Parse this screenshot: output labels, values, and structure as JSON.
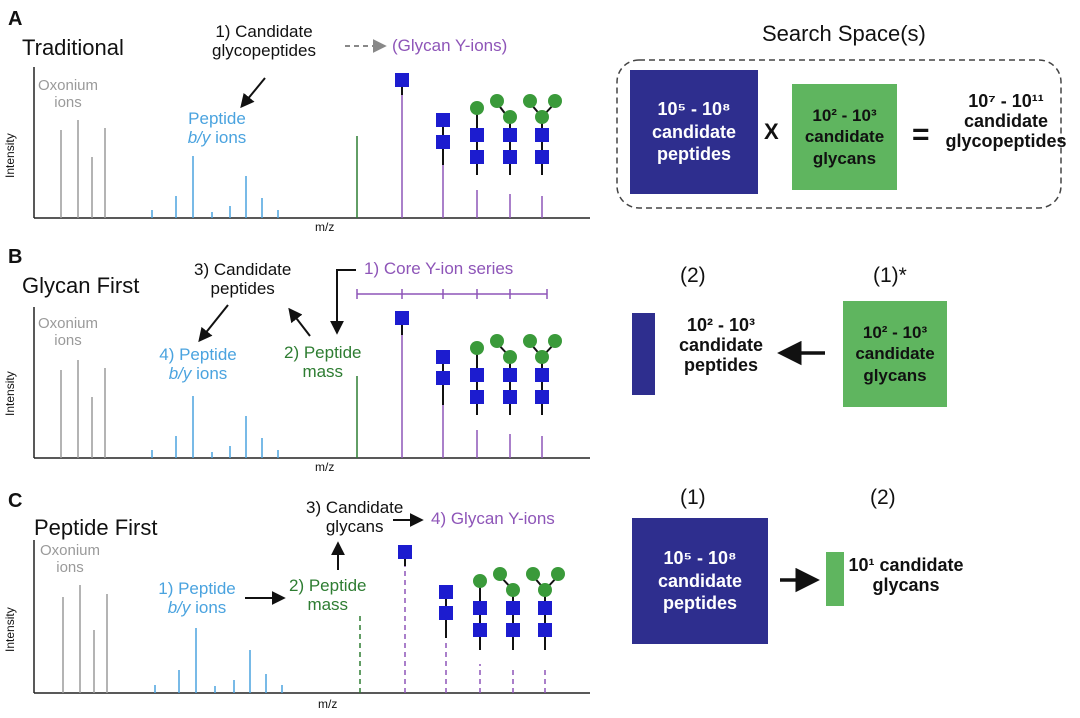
{
  "colors": {
    "navy": "#2e2e8e",
    "green": "#5fb55f",
    "peptide_blue": "#4aa3df",
    "glycan_purple": "#8e55b8",
    "peptide_mass_green": "#2e7d32",
    "oxonium_gray": "#9a9a9a"
  },
  "panelA": {
    "letter": "A",
    "title": "Traditional",
    "oxonium": "Oxonium\nions",
    "candidate": "1) Candidate\nglycopeptides",
    "glycan_y": "(Glycan Y-ions)",
    "peptide_ions_1": "Peptide",
    "peptide_ions_2": "b/y ions",
    "ylabel": "Intensity",
    "xlabel": "m/z",
    "search_title": "Search Space(s)",
    "box_peptides_range": "10⁵ - 10⁸",
    "box_peptides_label": "candidate\npeptides",
    "times": "X",
    "box_glycans_range": "10² - 10³",
    "box_glycans_label": "candidate\nglycans",
    "equals": "=",
    "result_range": "10⁷ - 10¹¹",
    "result_label": "candidate\nglycopeptides"
  },
  "panelB": {
    "letter": "B",
    "title": "Glycan First",
    "oxonium": "Oxonium\nions",
    "candidate": "3) Candidate\npeptides",
    "core_y": "1) Core Y-ion series",
    "peptide_ions_1": "4) Peptide",
    "peptide_ions_2": "b/y ions",
    "peptide_mass": "2) Peptide\nmass",
    "ylabel": "Intensity",
    "xlabel": "m/z",
    "step2": "(2)",
    "step1": "(1)*",
    "peptides_range": "10² - 10³",
    "peptides_label": "candidate\npeptides",
    "glycans_range": "10² - 10³",
    "glycans_label": "candidate\nglycans"
  },
  "panelC": {
    "letter": "C",
    "title": "Peptide First",
    "oxonium": "Oxonium\nions",
    "candidate": "3) Candidate\nglycans",
    "glycan_y": "4) Glycan Y-ions",
    "peptide_ions_1": "1) Peptide",
    "peptide_ions_2": "b/y ions",
    "peptide_mass": "2) Peptide\nmass",
    "ylabel": "Intensity",
    "xlabel": "m/z",
    "step1": "(1)",
    "step2": "(2)",
    "peptides_range": "10⁵ - 10⁸",
    "peptides_label": "candidate\npeptides",
    "glycans_range": "10¹ candidate",
    "glycans_label": "glycans"
  }
}
